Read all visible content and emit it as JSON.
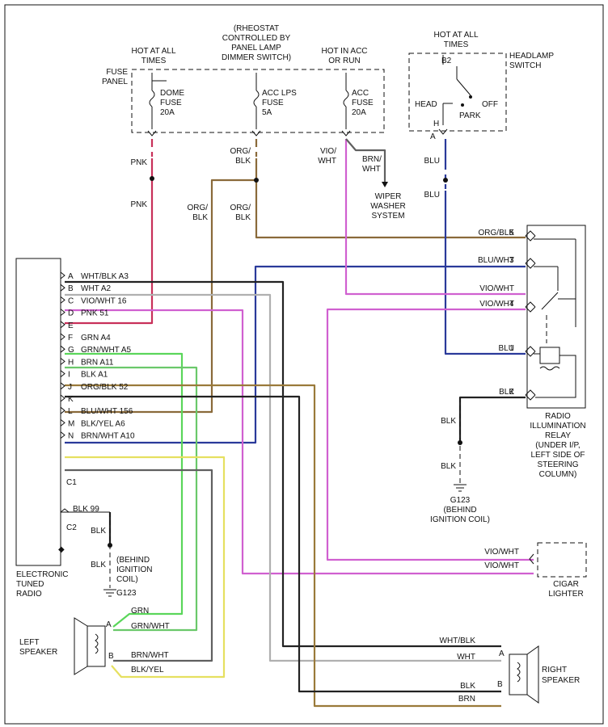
{
  "top": {
    "hot_all_times_1": [
      "HOT AT ALL",
      "TIMES"
    ],
    "rheostat": [
      "(RHEOSTAT",
      "CONTROLLED BY",
      "PANEL LAMP",
      "DIMMER SWITCH)"
    ],
    "hot_acc": [
      "HOT IN ACC",
      "OR RUN"
    ],
    "hot_all_times_2": [
      "HOT AT ALL",
      "TIMES"
    ],
    "fuse_panel": [
      "FUSE",
      "PANEL"
    ],
    "dome_fuse": [
      "DOME",
      "FUSE",
      "20A"
    ],
    "acc_lps_fuse": [
      "ACC LPS",
      "FUSE",
      "5A"
    ],
    "acc_fuse": [
      "ACC",
      "FUSE",
      "20A"
    ],
    "headlamp_switch": [
      "HEADLAMP",
      "SWITCH"
    ],
    "b2": "B2",
    "head": "HEAD",
    "off": "OFF",
    "park": "PARK",
    "h": "H",
    "a": "A"
  },
  "wires": {
    "pnk1": "PNK",
    "pnk2": "PNK",
    "org_blk_1": [
      "ORG/",
      "BLK"
    ],
    "org_blk_2": [
      "ORG/",
      "BLK"
    ],
    "org_blk_3": [
      "ORG/",
      "BLK"
    ],
    "vio_wht": [
      "VIO/",
      "WHT"
    ],
    "brn_wht": [
      "BRN/",
      "WHT"
    ],
    "wiper": [
      "WIPER",
      "WASHER",
      "SYSTEM"
    ],
    "blu1": "BLU",
    "blu2": "BLU"
  },
  "radio_pins": [
    {
      "pin": "A",
      "label": "WHT/BLK   A3"
    },
    {
      "pin": "B",
      "label": "WHT   A2"
    },
    {
      "pin": "C",
      "label": "VIO/WHT   16"
    },
    {
      "pin": "D",
      "label": "PNK   51"
    },
    {
      "pin": "E",
      "label": ""
    },
    {
      "pin": "F",
      "label": "GRN   A4"
    },
    {
      "pin": "G",
      "label": "GRN/WHT   A5"
    },
    {
      "pin": "H",
      "label": "BRN   A11"
    },
    {
      "pin": "I",
      "label": "BLK   A1"
    },
    {
      "pin": "J",
      "label": "ORG/BLK   52"
    },
    {
      "pin": "K",
      "label": ""
    },
    {
      "pin": "L",
      "label": "BLU/WHT   156"
    },
    {
      "pin": "M",
      "label": "BLK/YEL   A6"
    },
    {
      "pin": "N",
      "label": "BRN/WHT   A10"
    }
  ],
  "radio": {
    "c1": "C1",
    "c2": "C2",
    "blk99": "BLK   99",
    "blk_a": "BLK",
    "blk_b": "BLK",
    "behind": [
      "(BEHIND",
      "IGNITION",
      "COIL)"
    ],
    "g123": "G123",
    "name": [
      "ELECTRONIC",
      "TUNED",
      "RADIO"
    ]
  },
  "relay": {
    "pins": [
      {
        "label": "ORG/BLK",
        "num": "5"
      },
      {
        "label": "BLU/WHT",
        "num": "3"
      },
      {
        "label": "VIO/WHT",
        "num": ""
      },
      {
        "label": "VIO/WHT",
        "num": "4"
      },
      {
        "label": "BLU",
        "num": "1"
      },
      {
        "label": "BLK",
        "num": "2"
      }
    ],
    "name": [
      "RADIO",
      "ILLUMINATION",
      "RELAY",
      "(UNDER I/P,",
      "LEFT SIDE OF",
      "STEERING",
      "COLUMN)"
    ],
    "blk_a": "BLK",
    "blk_b": "BLK",
    "g123": [
      "G123",
      "(BEHIND",
      "IGNITION COIL)"
    ]
  },
  "cigar": {
    "vio1": "VIO/WHT",
    "vio2": "VIO/WHT",
    "name": [
      "CIGAR",
      "LIGHTER"
    ]
  },
  "left_speaker": {
    "name": [
      "LEFT",
      "SPEAKER"
    ],
    "grn": "GRN",
    "grn_wht": "GRN/WHT",
    "brn_wht": "BRN/WHT",
    "blk_yel": "BLK/YEL",
    "a": "A",
    "b": "B"
  },
  "right_speaker": {
    "name": [
      "RIGHT",
      "SPEAKER"
    ],
    "wht_blk": "WHT/BLK",
    "wht": "WHT",
    "blk": "BLK",
    "brn": "BRN",
    "a": "A",
    "b": "B"
  },
  "colors": {
    "pink": "#c8305a",
    "org": "#8a6a3a",
    "blu": "#2a3a9a",
    "vio": "#d060d0",
    "grn": "#5ad65a",
    "grnwht": "#6ac86a",
    "brn": "#9a7a3a",
    "blk": "#222222",
    "wht": "#b0b0b0",
    "yel": "#e6e060",
    "gray": "#606060"
  }
}
